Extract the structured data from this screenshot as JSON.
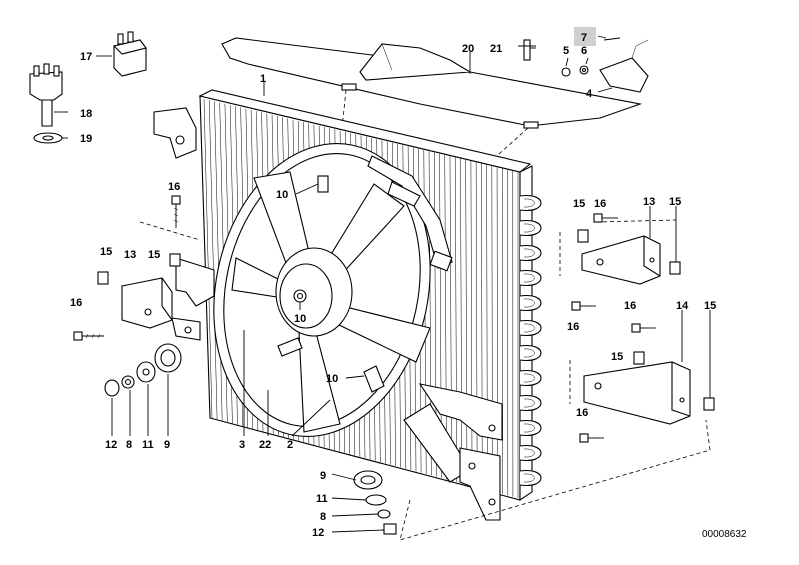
{
  "diagram": {
    "reference_number": "00008632",
    "callouts": [
      {
        "id": "c1",
        "label": "1"
      },
      {
        "id": "c2",
        "label": "2"
      },
      {
        "id": "c3",
        "label": "3"
      },
      {
        "id": "c4",
        "label": "4"
      },
      {
        "id": "c5",
        "label": "5"
      },
      {
        "id": "c6",
        "label": "6"
      },
      {
        "id": "c7",
        "label": "7",
        "highlighted": true
      },
      {
        "id": "c8a",
        "label": "8"
      },
      {
        "id": "c8b",
        "label": "8"
      },
      {
        "id": "c9a",
        "label": "9"
      },
      {
        "id": "c9b",
        "label": "9"
      },
      {
        "id": "c10a",
        "label": "10"
      },
      {
        "id": "c10b",
        "label": "10"
      },
      {
        "id": "c10c",
        "label": "10"
      },
      {
        "id": "c11a",
        "label": "11"
      },
      {
        "id": "c11b",
        "label": "11"
      },
      {
        "id": "c12a",
        "label": "12"
      },
      {
        "id": "c12b",
        "label": "12"
      },
      {
        "id": "c13a",
        "label": "13"
      },
      {
        "id": "c13b",
        "label": "13"
      },
      {
        "id": "c14",
        "label": "14"
      },
      {
        "id": "c15a",
        "label": "15"
      },
      {
        "id": "c15b",
        "label": "15"
      },
      {
        "id": "c15c",
        "label": "15"
      },
      {
        "id": "c15d",
        "label": "15"
      },
      {
        "id": "c15e",
        "label": "15"
      },
      {
        "id": "c15f",
        "label": "15"
      },
      {
        "id": "c16a",
        "label": "16"
      },
      {
        "id": "c16b",
        "label": "16"
      },
      {
        "id": "c16c",
        "label": "16"
      },
      {
        "id": "c16d",
        "label": "16"
      },
      {
        "id": "c16e",
        "label": "16"
      },
      {
        "id": "c16f",
        "label": "16"
      },
      {
        "id": "c17",
        "label": "17"
      },
      {
        "id": "c18",
        "label": "18"
      },
      {
        "id": "c19",
        "label": "19"
      },
      {
        "id": "c20",
        "label": "20"
      },
      {
        "id": "c21",
        "label": "21"
      },
      {
        "id": "c22",
        "label": "22"
      }
    ]
  }
}
